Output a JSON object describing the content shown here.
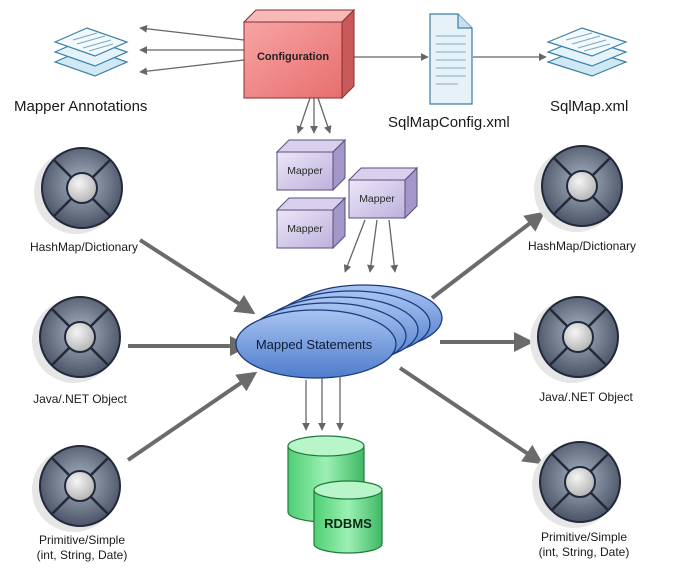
{
  "configuration": {
    "label": "Configuration",
    "color": "#f28c8c"
  },
  "mapper_annotations": {
    "label": "Mapper Annotations"
  },
  "sqlmapconfig": {
    "label": "SqlMapConfig.xml"
  },
  "sqlmap": {
    "label": "SqlMap.xml"
  },
  "mappers": [
    {
      "label": "Mapper"
    },
    {
      "label": "Mapper"
    },
    {
      "label": "Mapper"
    }
  ],
  "mapped_statements": {
    "label": "Mapped Statements",
    "color": "#6f9be0"
  },
  "rdbms": {
    "label": "RDBMS",
    "color": "#6ee08f"
  },
  "inputs": [
    {
      "label": "HashMap/Dictionary"
    },
    {
      "label": "Java/.NET Object"
    },
    {
      "line1": "Primitive/Simple",
      "line2": "(int, String, Date)"
    }
  ],
  "outputs": [
    {
      "label": "HashMap/Dictionary"
    },
    {
      "label": "Java/.NET Object"
    },
    {
      "line1": "Primitive/Simple",
      "line2": "(int, String, Date)"
    }
  ]
}
